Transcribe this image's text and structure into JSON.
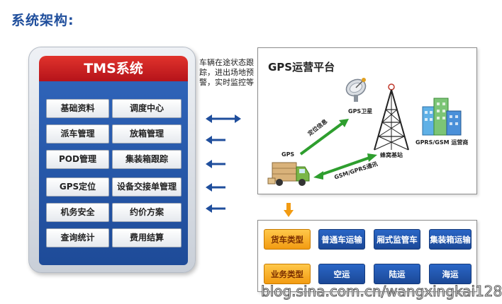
{
  "heading": "系统架构:",
  "tms": {
    "title": "TMS系统",
    "modules": [
      "基础资料",
      "调度中心",
      "派车管理",
      "放箱管理",
      "POD管理",
      "集装箱跟踪",
      "GPS定位",
      "设备交接单管理",
      "机务安全",
      "约价方案",
      "查询统计",
      "费用结算"
    ]
  },
  "middle_note": "车辆在途状态跟踪，进出场地预警，实时监控等",
  "gps_platform": {
    "title": "GPS运营平台",
    "satellite_label": "GPS卫星",
    "positioning_label": "定位信息",
    "truck_label": "GPS",
    "tower_label": "蜂窝基站",
    "comm_label": "GSM/GPRS通讯",
    "operator_label": "GPRS/GSM 运营商"
  },
  "transport": {
    "row1": [
      "货车类型",
      "普通车运输",
      "厢式监管车",
      "集装箱运输"
    ],
    "row2": [
      "业务类型",
      "空运",
      "陆运",
      "海运"
    ]
  },
  "colors": {
    "heading": "#1f4e9c",
    "title_bar": "#c8161d",
    "panel_blue": "#1e4b98",
    "orange": "#f29b12",
    "arrow": "#1f4e9c"
  },
  "watermark": "blog.sina.com.cn/wangxingkai128"
}
